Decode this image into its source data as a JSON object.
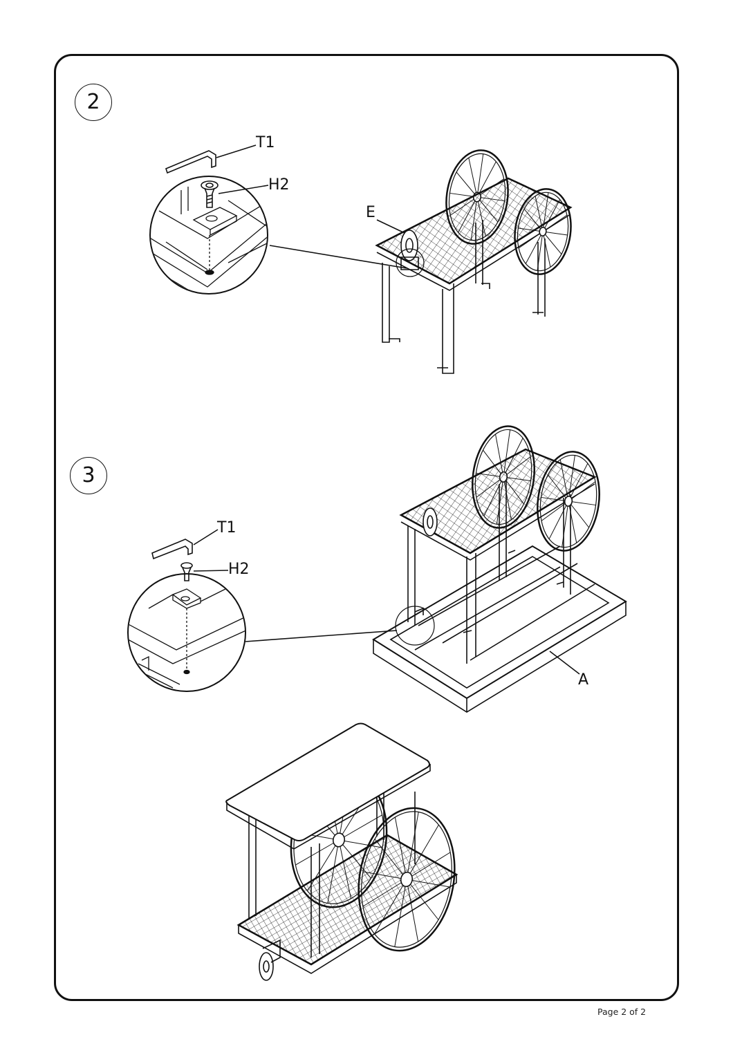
{
  "steps": [
    {
      "number": "2",
      "labels": {
        "tool": "T1",
        "hardware": "H2",
        "part": "E"
      }
    },
    {
      "number": "3",
      "labels": {
        "tool": "T1",
        "hardware": "H2",
        "part": "A"
      }
    }
  ],
  "footer": {
    "page": "Page 2 of 2"
  }
}
